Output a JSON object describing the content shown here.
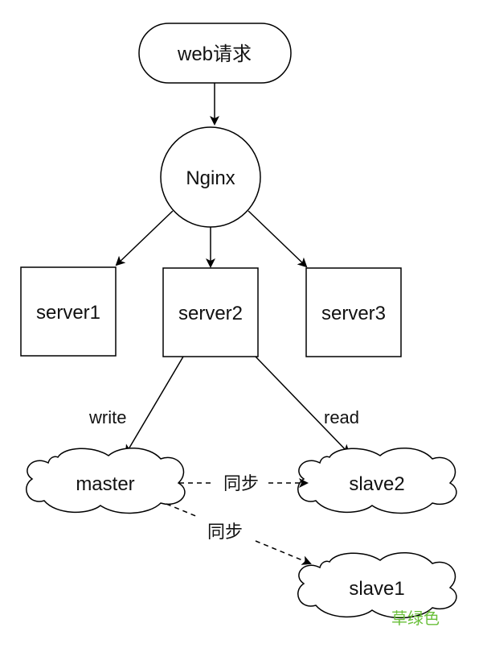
{
  "nodes": {
    "web_request": "web请求",
    "nginx": "Nginx",
    "server1": "server1",
    "server2": "server2",
    "server3": "server3",
    "master": "master",
    "slave1": "slave1",
    "slave2": "slave2"
  },
  "edges": {
    "write": "write",
    "read": "read",
    "sync_to_slave2": "同步",
    "sync_to_slave1": "同步"
  },
  "watermark": {
    "text": "草绿色",
    "color": "#6abf3a"
  },
  "colors": {
    "stroke": "#000000",
    "fill": "#ffffff",
    "text": "#111111"
  }
}
